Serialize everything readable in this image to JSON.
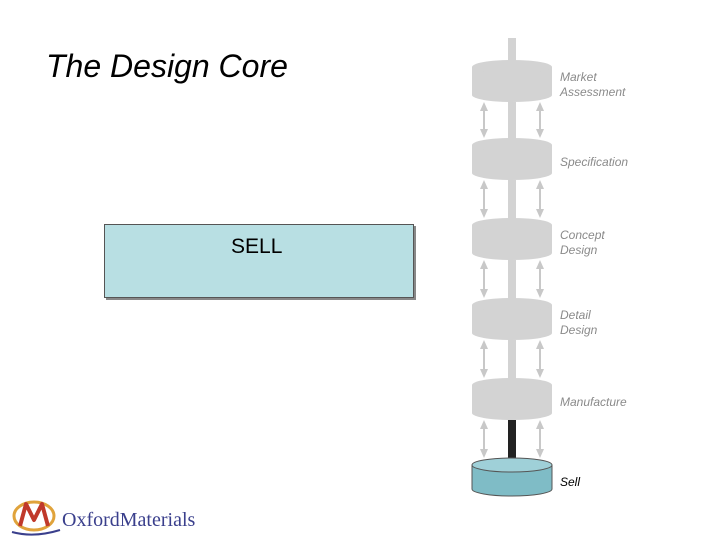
{
  "title": "The Design Core",
  "sell_box": {
    "label": "SELL",
    "color": "#b8dfe3"
  },
  "stages": [
    {
      "label": "Market\nAssessment",
      "active": false
    },
    {
      "label": "Specification",
      "active": false
    },
    {
      "label": "Concept\nDesign",
      "active": false
    },
    {
      "label": "Detail\nDesign",
      "active": false
    },
    {
      "label": "Manufacture",
      "active": false
    },
    {
      "label": "Sell",
      "active": true
    }
  ],
  "colors": {
    "inactive_disc": "#d3d3d3",
    "active_disc": "#9fd0d8",
    "arrow": "#c8c8c8",
    "logo_text": "#3a3f8c",
    "logo_red": "#c0392b"
  },
  "logo": {
    "text": "OxfordMaterials",
    "icon": "oxford-materials-logo-icon"
  }
}
